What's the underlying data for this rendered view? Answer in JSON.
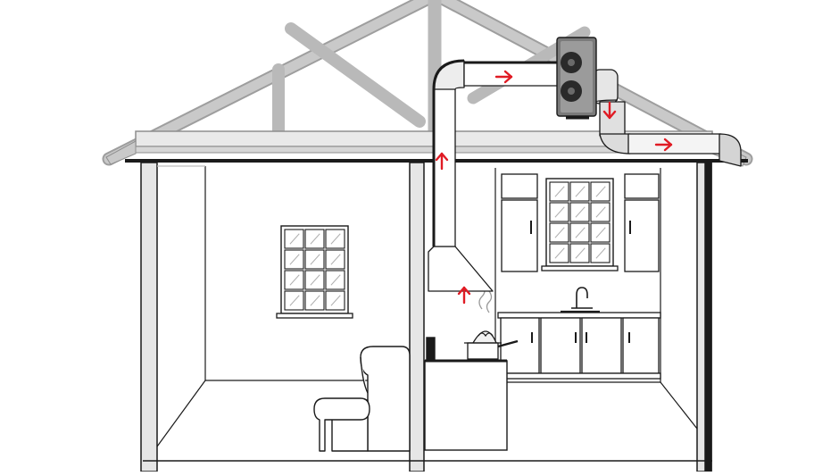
{
  "colors": {
    "background": "#ffffff",
    "outline": "#1a1a1a",
    "truss": "#b9b9b9",
    "duct": "#e2e2e2",
    "fan": "#6a6a6a",
    "airflow_arrow": "#e01b24"
  },
  "scene": {
    "rooms": [
      "living-room",
      "kitchen"
    ],
    "airflow_arrows": [
      "up",
      "up",
      "right",
      "down",
      "right"
    ],
    "icons": [
      "inline-fan-icon",
      "range-hood-icon",
      "steaming-pot-icon",
      "armchair-icon",
      "faucet-icon"
    ]
  }
}
